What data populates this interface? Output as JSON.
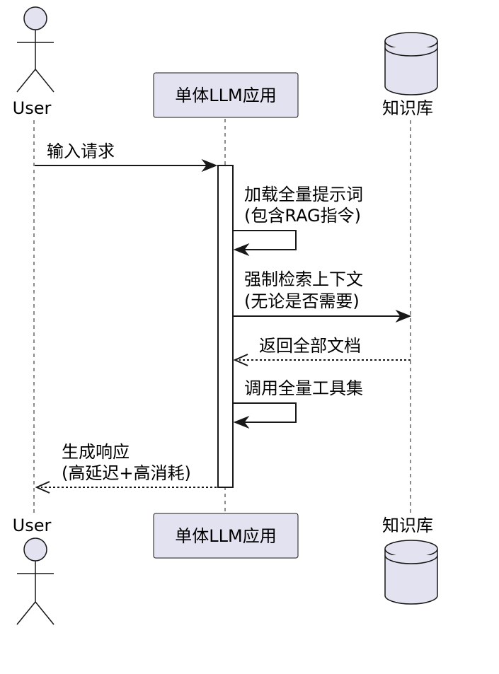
{
  "participants": {
    "user": {
      "label": "User"
    },
    "app": {
      "label": "单体LLM应用"
    },
    "kb": {
      "label": "知识库"
    }
  },
  "messages": [
    {
      "id": "m1",
      "from": "User",
      "to": "单体LLM应用",
      "style": "solid",
      "lines": [
        "输入请求"
      ]
    },
    {
      "id": "m2",
      "from": "单体LLM应用",
      "to": "单体LLM应用",
      "style": "solid",
      "lines": [
        "加载全量提示词",
        "(包含RAG指令)"
      ]
    },
    {
      "id": "m3",
      "from": "单体LLM应用",
      "to": "知识库",
      "style": "solid",
      "lines": [
        "强制检索上下文",
        "(无论是否需要)"
      ]
    },
    {
      "id": "m4",
      "from": "知识库",
      "to": "单体LLM应用",
      "style": "dashed",
      "lines": [
        "返回全部文档"
      ]
    },
    {
      "id": "m5",
      "from": "单体LLM应用",
      "to": "单体LLM应用",
      "style": "solid",
      "lines": [
        "调用全量工具集"
      ]
    },
    {
      "id": "m6",
      "from": "单体LLM应用",
      "to": "User",
      "style": "dashed",
      "lines": [
        "生成响应",
        "(高延迟+高消耗)"
      ]
    }
  ],
  "colors": {
    "participant_fill": "#e2e2f0",
    "line": "#181818",
    "activation_fill": "#ffffff"
  }
}
